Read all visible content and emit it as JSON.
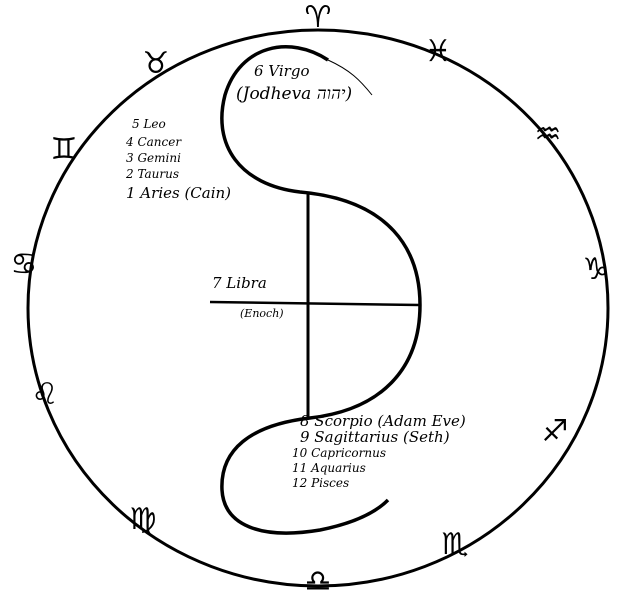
{
  "signs": [
    {
      "name": "aries",
      "glyph": "♈"
    },
    {
      "name": "pisces",
      "glyph": "♓"
    },
    {
      "name": "aquarius",
      "glyph": "♒"
    },
    {
      "name": "capricorn",
      "glyph": "♑"
    },
    {
      "name": "sagittarius",
      "glyph": "♐"
    },
    {
      "name": "scorpio",
      "glyph": "♏"
    },
    {
      "name": "libra",
      "glyph": "♎"
    },
    {
      "name": "virgo",
      "glyph": "♍"
    },
    {
      "name": "leo",
      "glyph": "♌"
    },
    {
      "name": "cancer",
      "glyph": "♋"
    },
    {
      "name": "gemini",
      "glyph": "♊"
    },
    {
      "name": "taurus",
      "glyph": "♉"
    }
  ],
  "labels": {
    "virgo": "6 Virgo",
    "jodheva": "(Jodheva יהוה)",
    "leo": "5 Leo",
    "cancer": "4 Cancer",
    "gemini": "3 Gemini",
    "taurus": "2 Taurus",
    "aries": "1 Aries (Cain)",
    "libra": "7 Libra",
    "enoch": "(Enoch)",
    "scorpio": "8 Scorpio (Adam Eve)",
    "sagittarius": "9 Sagittarius (Seth)",
    "capricornus": "10 Capricornus",
    "aquarius": "11 Aquarius",
    "pisces": "12 Pisces"
  }
}
